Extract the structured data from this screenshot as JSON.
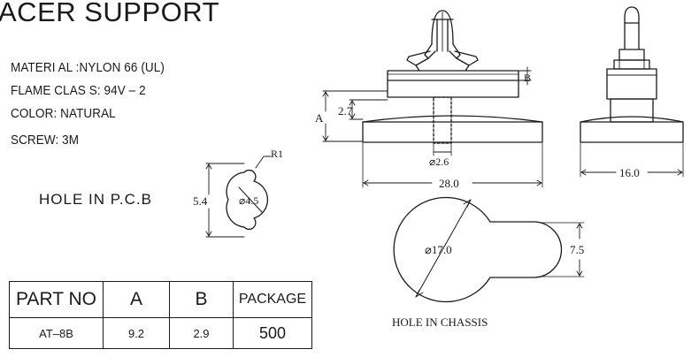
{
  "title": "ACER SUPPORT",
  "specs": {
    "material": "MATERI AL :NYLON  66 (UL)",
    "flame": "FLAME CLAS S:  94V – 2",
    "color": "COLOR: NATURAL",
    "screw": "SCREW:  3M"
  },
  "pcb_hole": {
    "label": "HOLE  IN  P.C.B",
    "dim_height": "5.4",
    "dim_diameter": "⌀4.5",
    "radius": "R1"
  },
  "side_view": {
    "dim_a": "A",
    "dim_b": "B",
    "dim_27": "2.7",
    "dim_26": "⌀2.6",
    "dim_28": "28.0"
  },
  "end_view": {
    "dim_width": "16.0"
  },
  "chassis_hole": {
    "label": "HOLE IN CHASSIS",
    "dim_diameter": "⌀17.0",
    "dim_tab": "7.5"
  },
  "table": {
    "headers": [
      "PART NO",
      "A",
      "B",
      "PACKAGE"
    ],
    "row": [
      "AT–8B",
      "9.2",
      "2.9",
      "500"
    ]
  }
}
